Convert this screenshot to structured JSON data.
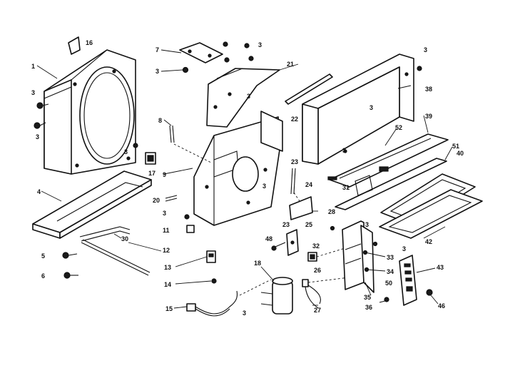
{
  "diagram": {
    "type": "exploded-parts-diagram",
    "callouts": [
      {
        "id": "c16",
        "label": "16"
      },
      {
        "id": "c1",
        "label": "1"
      },
      {
        "id": "c7",
        "label": "7"
      },
      {
        "id": "c3a",
        "label": "3"
      },
      {
        "id": "c3b",
        "label": "3"
      },
      {
        "id": "c3c",
        "label": "3"
      },
      {
        "id": "c3d",
        "label": "3"
      },
      {
        "id": "c3e",
        "label": "3"
      },
      {
        "id": "c3f",
        "label": "3"
      },
      {
        "id": "c3g",
        "label": "3"
      },
      {
        "id": "c3h",
        "label": "3"
      },
      {
        "id": "c3i",
        "label": "3"
      },
      {
        "id": "c3j",
        "label": "3"
      },
      {
        "id": "c3k",
        "label": "3"
      },
      {
        "id": "c3l",
        "label": "3"
      },
      {
        "id": "c3m",
        "label": "3"
      },
      {
        "id": "c3n",
        "label": "3"
      },
      {
        "id": "c21",
        "label": "21"
      },
      {
        "id": "c22",
        "label": "22"
      },
      {
        "id": "c38",
        "label": "38"
      },
      {
        "id": "c39",
        "label": "39"
      },
      {
        "id": "c52",
        "label": "52"
      },
      {
        "id": "c51",
        "label": "51"
      },
      {
        "id": "c40",
        "label": "40"
      },
      {
        "id": "c8",
        "label": "8"
      },
      {
        "id": "c9",
        "label": "9"
      },
      {
        "id": "c17",
        "label": "17"
      },
      {
        "id": "c4",
        "label": "4"
      },
      {
        "id": "c20",
        "label": "20"
      },
      {
        "id": "c23a",
        "label": "23"
      },
      {
        "id": "c24",
        "label": "24"
      },
      {
        "id": "c25",
        "label": "25"
      },
      {
        "id": "c31",
        "label": "31"
      },
      {
        "id": "c11",
        "label": "11"
      },
      {
        "id": "c30",
        "label": "30"
      },
      {
        "id": "c12",
        "label": "12"
      },
      {
        "id": "c13",
        "label": "13"
      },
      {
        "id": "c14",
        "label": "14"
      },
      {
        "id": "c5",
        "label": "5"
      },
      {
        "id": "c6",
        "label": "6"
      },
      {
        "id": "c15",
        "label": "15"
      },
      {
        "id": "c18",
        "label": "18"
      },
      {
        "id": "c48",
        "label": "48"
      },
      {
        "id": "c23b",
        "label": "23"
      },
      {
        "id": "c28",
        "label": "28"
      },
      {
        "id": "c32",
        "label": "32"
      },
      {
        "id": "c26",
        "label": "26"
      },
      {
        "id": "c27",
        "label": "27"
      },
      {
        "id": "c33",
        "label": "33"
      },
      {
        "id": "c34",
        "label": "34"
      },
      {
        "id": "c35",
        "label": "35"
      },
      {
        "id": "c50",
        "label": "50"
      },
      {
        "id": "c36",
        "label": "36"
      },
      {
        "id": "c43",
        "label": "43"
      },
      {
        "id": "c46",
        "label": "46"
      },
      {
        "id": "c42",
        "label": "42"
      }
    ]
  }
}
